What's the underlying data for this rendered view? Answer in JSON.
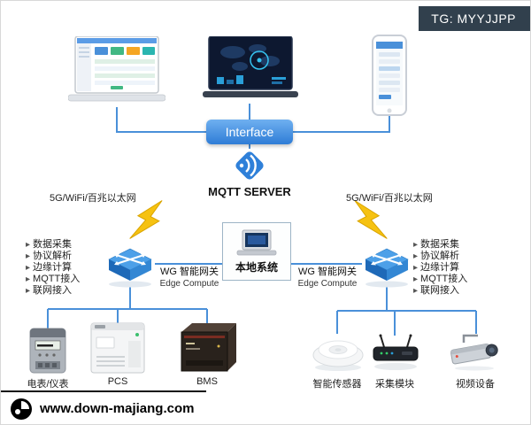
{
  "badge": {
    "text": "TG: MYYJJPP"
  },
  "interface_box": {
    "label": "Interface"
  },
  "mqtt": {
    "label": "MQTT SERVER"
  },
  "links": {
    "left_label": "5G/WiFi/百兆以太网",
    "right_label": "5G/WiFi/百兆以太网"
  },
  "gateway_left": {
    "name": "WG 智能网关",
    "subtitle": "Edge Compute",
    "features": [
      "数据采集",
      "协议解析",
      "边缘计算",
      "MQTT接入",
      "联网接入"
    ]
  },
  "gateway_right": {
    "name": "WG 智能网关",
    "subtitle": "Edge Compute",
    "features": [
      "数据采集",
      "协议解析",
      "边缘计算",
      "MQTT接入",
      "联网接入"
    ]
  },
  "local_system": {
    "label": "本地系统"
  },
  "devices_left": [
    {
      "label": "电表/仪表"
    },
    {
      "label": "PCS"
    },
    {
      "label": "BMS"
    }
  ],
  "devices_right": [
    {
      "label": "智能传感器"
    },
    {
      "label": "采集模块"
    },
    {
      "label": "视频设备"
    }
  ],
  "footer": {
    "url": "www.down-majiang.com"
  },
  "colors": {
    "line": "#4a90d9",
    "accent_blue": "#2f80d9",
    "bolt_yellow": "#f6c211",
    "badge_bg": "#31404d"
  }
}
